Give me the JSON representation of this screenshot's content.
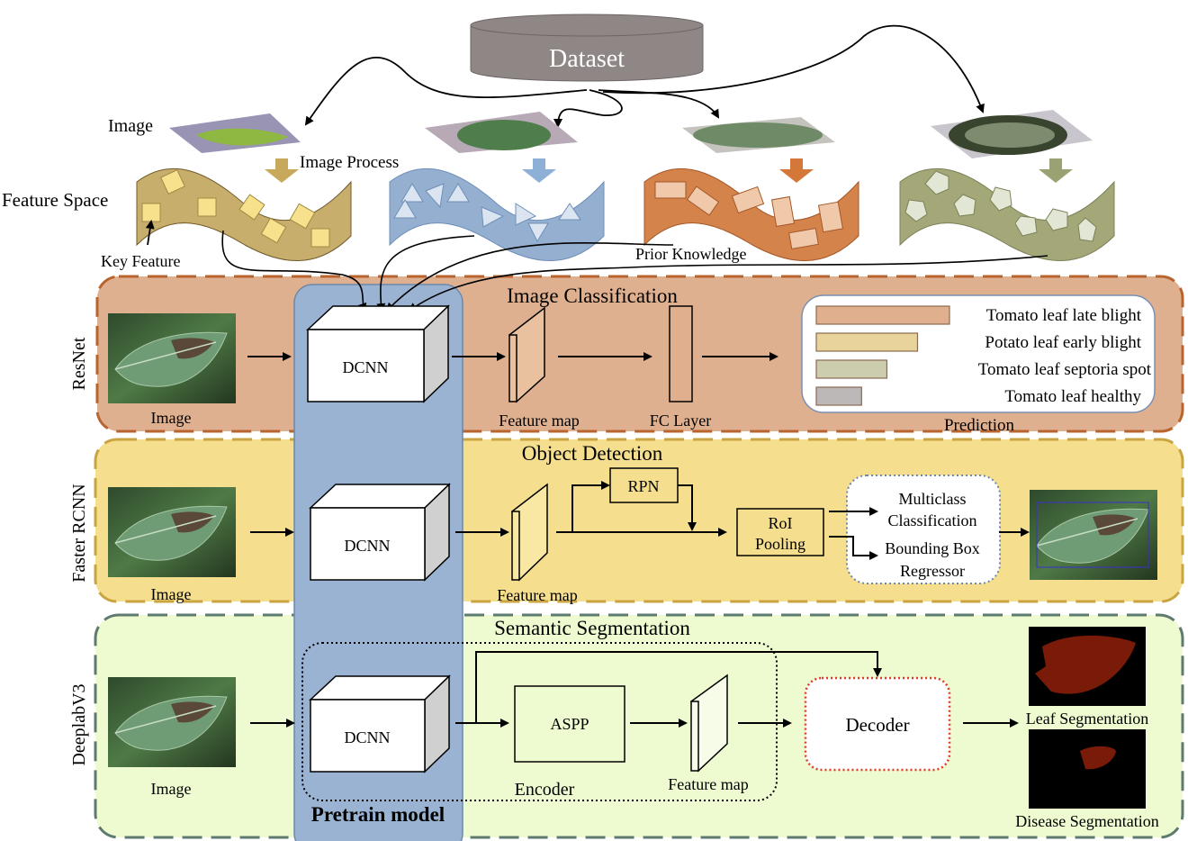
{
  "dataset": {
    "label": "Dataset"
  },
  "top_labels": {
    "image": "Image",
    "image_process": "Image Process",
    "feature_space": "Feature Space",
    "key_feature": "Key Feature",
    "prior_knowledge": "Prior Knowledge"
  },
  "pretrain": {
    "label": "Pretrain model"
  },
  "resnet": {
    "model": "ResNet",
    "title": "Image Classification",
    "image": "Image",
    "dcnn": "DCNN",
    "feature_map": "Feature map",
    "fc_layer": "FC Layer",
    "prediction_label": "Prediction",
    "predictions": [
      {
        "label": "Tomato leaf late blight",
        "value": 1.0,
        "color": "#e0b08e"
      },
      {
        "label": "Potato leaf early blight",
        "value": 0.76,
        "color": "#e8d49a"
      },
      {
        "label": "Tomato leaf septoria spot",
        "value": 0.53,
        "color": "#ccccae"
      },
      {
        "label": "Tomato leaf healthy",
        "value": 0.34,
        "color": "#bdb8b8"
      }
    ]
  },
  "faster_rcnn": {
    "model": "Faster RCNN",
    "title": "Object Detection",
    "image": "Image",
    "dcnn": "DCNN",
    "feature_map": "Feature map",
    "rpn": "RPN",
    "roi_line1": "RoI",
    "roi_line2": "Pooling",
    "multiclass_line1": "Multiclass",
    "multiclass_line2": "Classification",
    "bbox_line1": "Bounding Box",
    "bbox_line2": "Regressor"
  },
  "deeplab": {
    "model": "DeeplabV3",
    "title": "Semantic Segmentation",
    "image": "Image",
    "dcnn": "DCNN",
    "aspp": "ASPP",
    "encoder": "Encoder",
    "feature_map": "Feature map",
    "decoder": "Decoder",
    "leaf_seg": "Leaf Segmentation",
    "disease_seg": "Disease Segmentation"
  },
  "colors": {
    "dataset": "#8f8686",
    "resnet_panel": "#dfb08f",
    "rcnn_panel": "#f5df8e",
    "deeplab_panel": "#eefbd0",
    "pretrain": "#9ab3d2",
    "segmentation": "#7a1a08"
  }
}
